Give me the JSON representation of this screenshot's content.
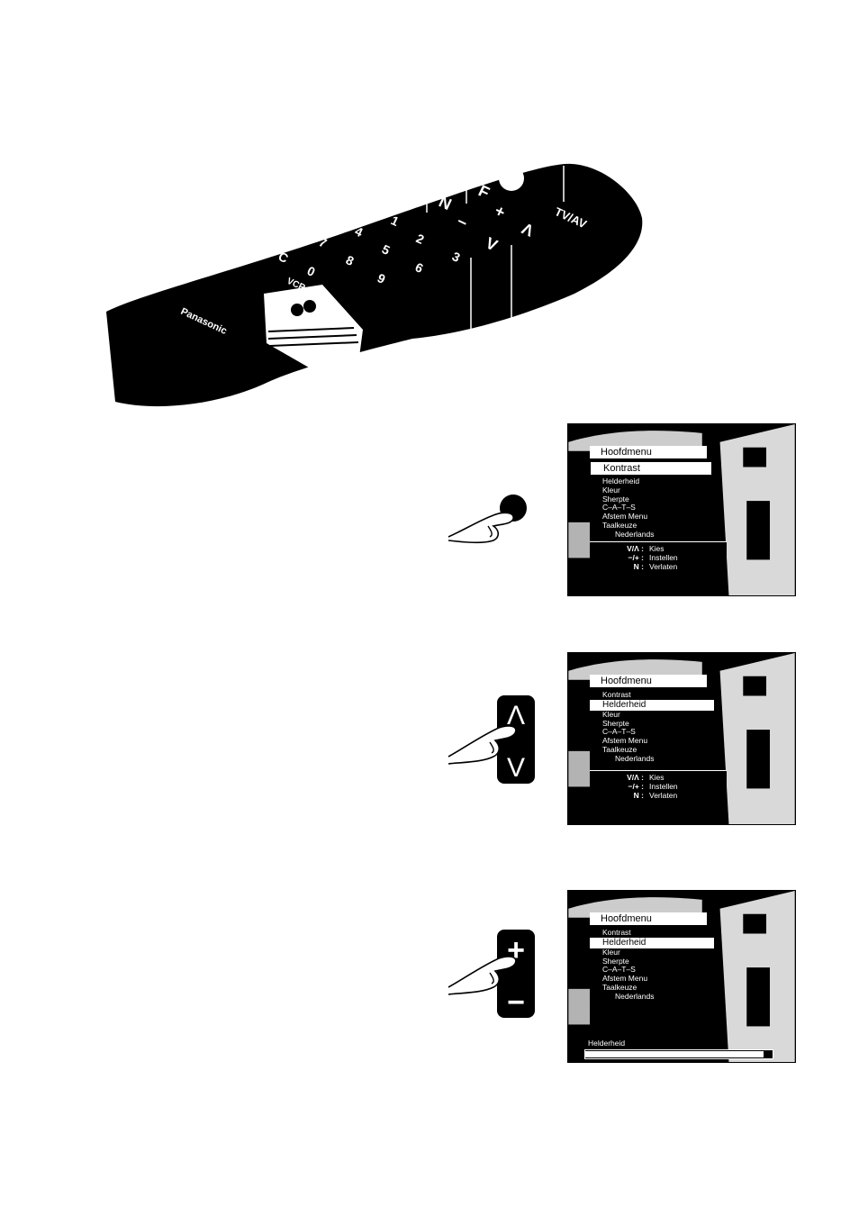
{
  "remote": {
    "brand": "Panasonic",
    "keys": [
      "1",
      "2",
      "3",
      "4",
      "5",
      "6",
      "7",
      "8",
      "9",
      "0",
      "C",
      "F",
      "N",
      "+",
      "−",
      "Λ",
      "V"
    ],
    "tvav_label": "TV/AV",
    "vcr_label": "VCR"
  },
  "screen1": {
    "menu_title": "Hoofdmenu",
    "selected": "Kontrast",
    "items": [
      "Helderheid",
      "Kleur",
      "Sherpte",
      "C–A–T–S",
      "Afstem Menu",
      "Taalkeuze"
    ],
    "sub_item": "Nederlands",
    "help": [
      {
        "key": "V/Λ :",
        "label": "Kies"
      },
      {
        "key": "−/+ :",
        "label": "Instellen"
      },
      {
        "key": "N :",
        "label": "Verlaten"
      }
    ]
  },
  "screen2": {
    "menu_title": "Hoofdmenu",
    "first": "Kontrast",
    "selected": "Helderheid",
    "items": [
      "Kleur",
      "Sherpte",
      "C–A–T–S",
      "Afstem Menu",
      "Taalkeuze"
    ],
    "sub_item": "Nederlands",
    "help": [
      {
        "key": "V/Λ :",
        "label": "Kies"
      },
      {
        "key": "−/+ :",
        "label": "Instellen"
      },
      {
        "key": "N :",
        "label": "Verlaten"
      }
    ]
  },
  "screen3": {
    "menu_title": "Hoofdmenu",
    "first": "Kontrast",
    "selected": "Helderheid",
    "items": [
      "Kleur",
      "Sherpte",
      "C–A–T–S",
      "Afstem Menu",
      "Taalkeuze"
    ],
    "sub_item": "Nederlands",
    "slider_label": "Helderheid",
    "slider_level": 0.95
  },
  "buttons": {
    "up": "Λ",
    "down": "V",
    "plus": "+",
    "minus": "−"
  }
}
